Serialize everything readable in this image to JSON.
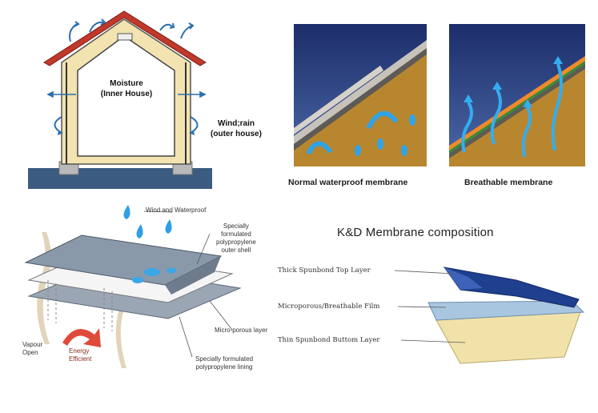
{
  "house": {
    "inner_label_line1": "Moisture",
    "inner_label_line2": "(Inner House)",
    "outer_label_line1": "Wind;rain",
    "outer_label_line2": "(outer house)"
  },
  "roof_compare": {
    "normal_caption": "Normal waterproof membrane",
    "breathable_caption": "Breathable membrane"
  },
  "layers": {
    "wind_water_label": "Wind and Waterproof",
    "outer_shell_label_1": "Specially",
    "outer_shell_label_2": "formulated",
    "outer_shell_label_3": "polypropylene",
    "outer_shell_label_4": "outer shell",
    "microporous_label": "Micro-porous layer",
    "lining_label_1": "Specially formulated",
    "lining_label_2": "polypropylene lining",
    "vapour_label_1": "Vapour",
    "vapour_label_2": "Open",
    "energy_label_1": "Energy",
    "energy_label_2": "Efficient"
  },
  "composition": {
    "title": "K&D Membrane composition",
    "top_layer": "Thick Spunbond Top Layer",
    "film_layer": "Microporous/Breathable Film",
    "bottom_layer": "Thin Spunbond Buttom Layer"
  },
  "colors": {
    "roof_red": "#c0392b",
    "wall_yellow": "#f3e3b0",
    "ground_blue": "#3c5b80",
    "arrow_blue": "#2b6fb0",
    "deep_blue": "#1f3f8f",
    "light_blue": "#a9c6e0",
    "tan": "#f0e2a8"
  }
}
